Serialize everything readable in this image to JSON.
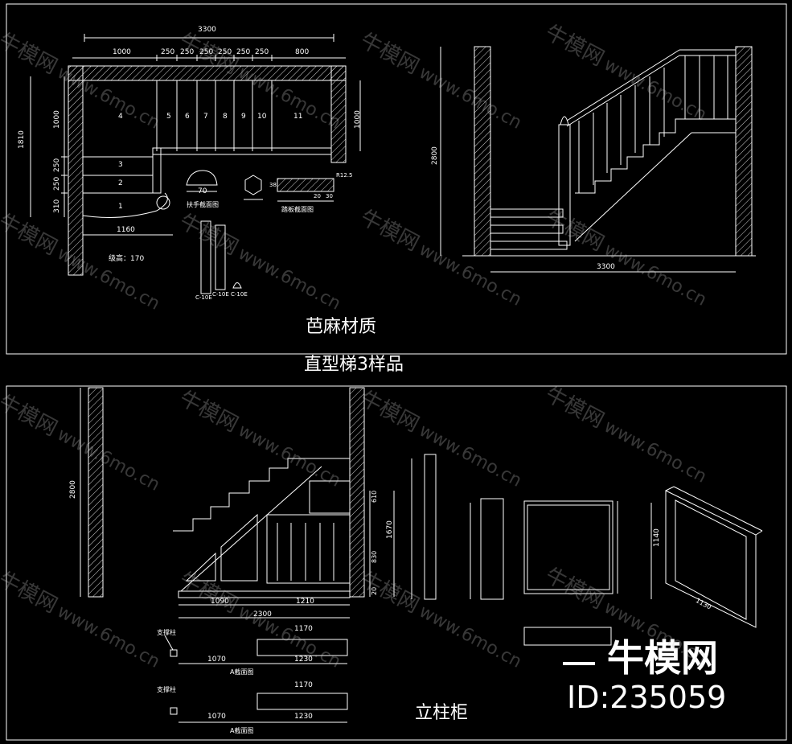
{
  "captions": {
    "material": "芭麻材质",
    "stair_sample": "直型梯3样品",
    "column_cabinet": "立柱柜"
  },
  "plan_view": {
    "total_width": "3300",
    "segments": [
      "1000",
      "250",
      "250",
      "250",
      "250",
      "250",
      "250",
      "800"
    ],
    "step_numbers": [
      "4",
      "5",
      "6",
      "7",
      "8",
      "9",
      "10",
      "11",
      "3",
      "2",
      "1"
    ],
    "left_height": "1810",
    "left_segments": [
      "1000",
      "250",
      "250",
      "310"
    ],
    "right_height": "1000",
    "bottom_width": "1160",
    "step_height_note": "级高：170",
    "handrail_note": "扶手截面图",
    "tread_note": "踏板截面图",
    "handrail_width": "70",
    "tread_dims": [
      "38",
      "20",
      "30"
    ],
    "tread_callout": "R12.5",
    "post_labels": [
      "C-10E",
      "C-10E",
      "C-10E"
    ]
  },
  "section_view": {
    "height": "2800",
    "width": "3300"
  },
  "lower_view": {
    "height": "2800",
    "widths": [
      "1090",
      "1210"
    ],
    "total": "2300",
    "right_heights": [
      "610",
      "1670",
      "830",
      "20"
    ],
    "support_label": "支撑柱",
    "plan_dims_a": [
      "1170",
      "1070",
      "1230"
    ],
    "plan_dims_b": [
      "1170",
      "1070",
      "1230"
    ],
    "plan_caption": "A截面图",
    "cabinet_height": "1140",
    "cabinet_width": "1130"
  },
  "brand": {
    "name": "牛模网",
    "id": "ID:235059"
  },
  "watermark": {
    "cn": "牛模网",
    "url": "www.6mo.cn"
  },
  "colors": {
    "background": "#000000",
    "lines": "#ffffff",
    "hatch": "#d0d0d0",
    "watermark": "#c8c8c8"
  }
}
